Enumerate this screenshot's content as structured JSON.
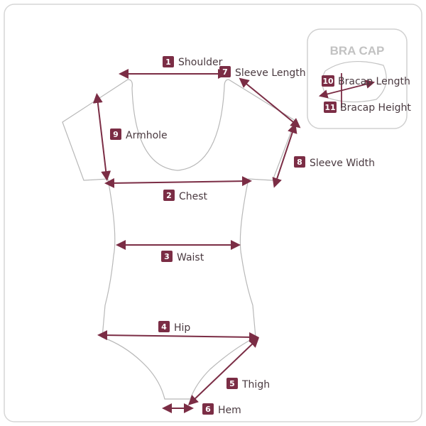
{
  "colors": {
    "accent": "#7b2d45",
    "outline": "#b8b8b8",
    "frame": "#d6d6d6",
    "text": "#4a3a40"
  },
  "bracap": {
    "title": "BRA CAP"
  },
  "measurements": [
    {
      "num": "1",
      "label": "Shoulder"
    },
    {
      "num": "2",
      "label": "Chest"
    },
    {
      "num": "3",
      "label": "Waist"
    },
    {
      "num": "4",
      "label": "Hip"
    },
    {
      "num": "5",
      "label": "Thigh"
    },
    {
      "num": "6",
      "label": "Hem"
    },
    {
      "num": "7",
      "label": "Sleeve Length"
    },
    {
      "num": "8",
      "label": "Sleeve Width"
    },
    {
      "num": "9",
      "label": "Armhole"
    },
    {
      "num": "10",
      "label": "Bracap Length"
    },
    {
      "num": "11",
      "label": "Bracap Height"
    }
  ]
}
